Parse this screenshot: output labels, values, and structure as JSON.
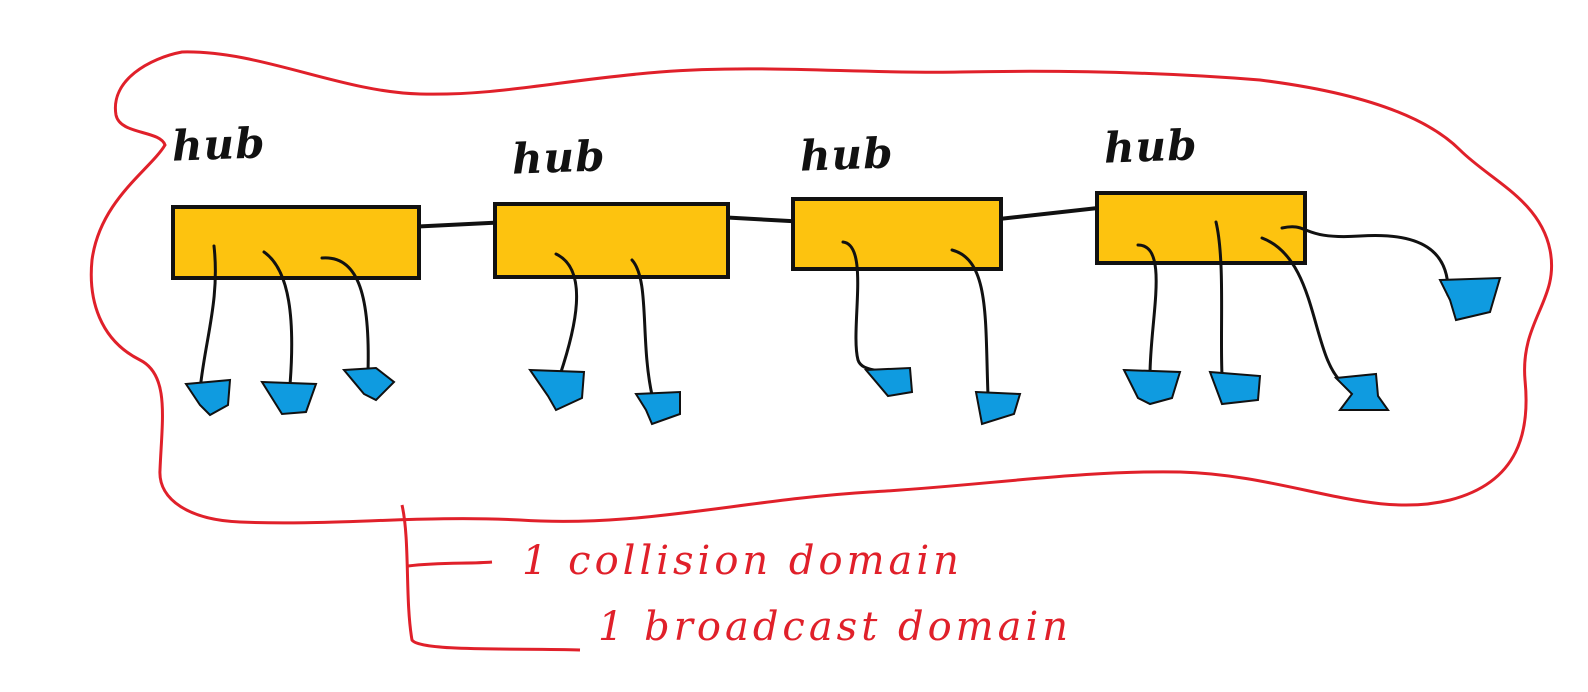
{
  "diagram": {
    "hubs": [
      {
        "label": "hub",
        "devices": 3
      },
      {
        "label": "hub",
        "devices": 2
      },
      {
        "label": "hub",
        "devices": 2
      },
      {
        "label": "hub",
        "devices": 4
      }
    ],
    "annotations": {
      "collision": "1 collision domain",
      "broadcast": "1 broadcast domain"
    },
    "colors": {
      "hub_fill": "#fdc30f",
      "device_fill": "#0f9be0",
      "domain_outline": "#e0202a",
      "wire": "#111111"
    }
  }
}
